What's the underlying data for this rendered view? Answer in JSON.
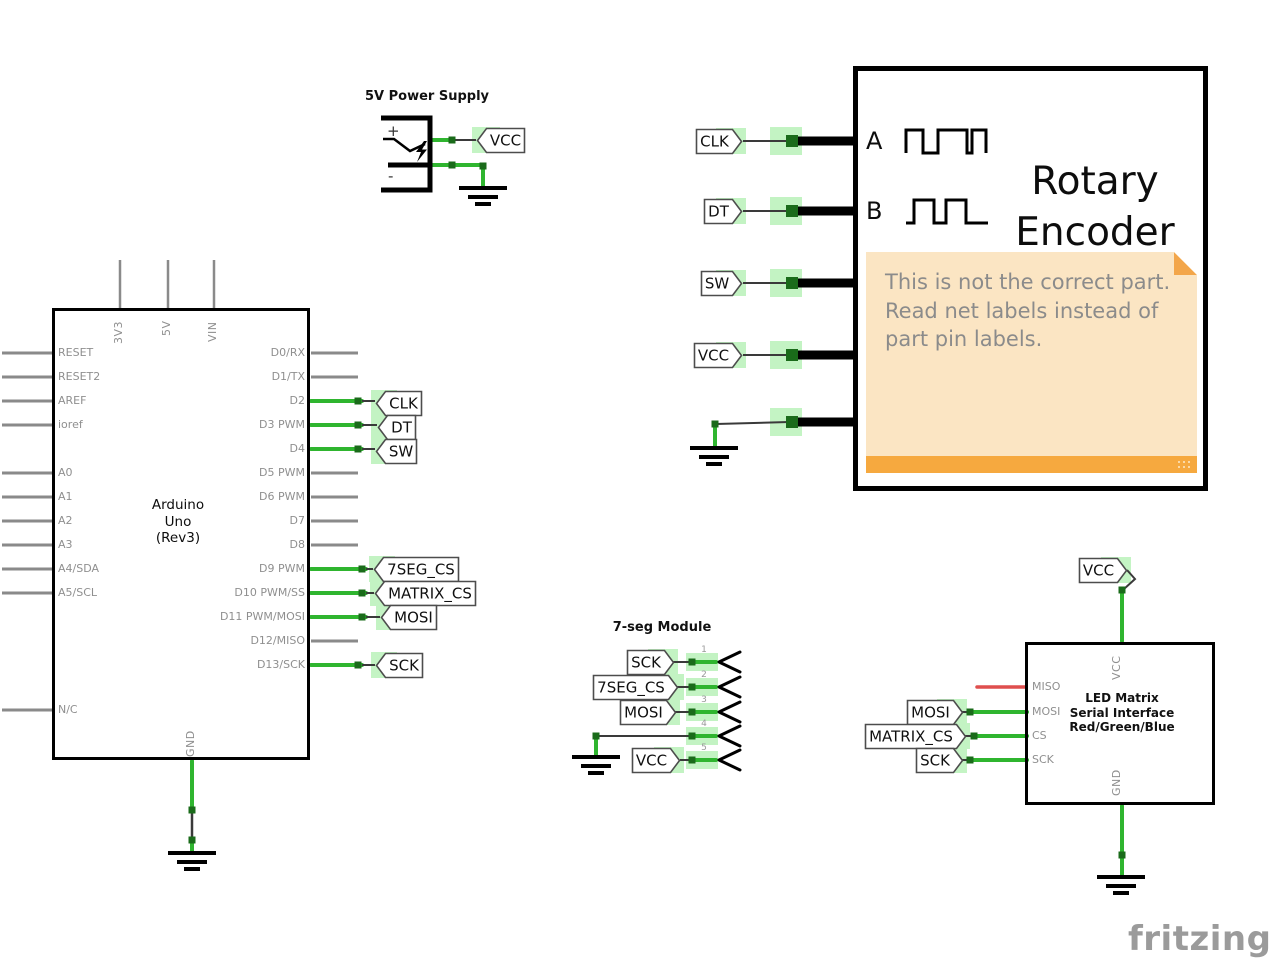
{
  "app": {
    "watermark": "fritzing"
  },
  "colors": {
    "wire_green": "#2fb52f",
    "wire_grey": "#8a8a8a",
    "wire_dark": "#3a3a3a",
    "wire_red": "#df4f4e",
    "wire_black": "#000000",
    "junction_green": "#1a6b1a",
    "highlight_green": "#9cec9c",
    "note_bg": "#fbe5c3",
    "note_bar": "#f6a93f",
    "note_fold": "#f3a64a",
    "note_text": "#8b8b8b",
    "pin_text": "#8f8f8f",
    "logo_grey": "#9b9b9b"
  },
  "arduino": {
    "title_lines": [
      "Arduino",
      "Uno",
      "(Rev3)"
    ],
    "top_pins": [
      "3V3",
      "5V",
      "VIN"
    ],
    "left_pins": [
      "RESET",
      "RESET2",
      "AREF",
      "ioref",
      "A0",
      "A1",
      "A2",
      "A3",
      "A4/SDA",
      "A5/SCL",
      "N/C"
    ],
    "right_pins": [
      "D0/RX",
      "D1/TX",
      "D2",
      "D3 PWM",
      "D4",
      "D5 PWM",
      "D6 PWM",
      "D7",
      "D8",
      "D9 PWM",
      "D10 PWM/SS",
      "D11 PWM/MOSI",
      "D12/MISO",
      "D13/SCK"
    ],
    "bottom_pin": "GND"
  },
  "power_supply": {
    "title": "5V Power Supply",
    "plus": "+",
    "minus": "-"
  },
  "rotary_encoder": {
    "title_lines": [
      "Rotary",
      "Encoder"
    ],
    "channel_a": "A",
    "channel_b": "B",
    "note_lines": [
      "This is not the correct part.",
      "Read net labels instead of",
      "part pin labels."
    ]
  },
  "seg_module": {
    "title": "7-seg Module",
    "pin_numbers": [
      "1",
      "2",
      "3",
      "4",
      "5"
    ]
  },
  "led_matrix": {
    "title_lines": [
      "LED Matrix",
      "Serial Interface",
      "Red/Green/Blue"
    ],
    "left_pins": [
      "MISO",
      "MOSI",
      "CS",
      "SCK"
    ],
    "top_pin": "VCC",
    "bottom_pin": "GND"
  },
  "net_labels": {
    "arduino": [
      "CLK",
      "DT",
      "SW",
      "7SEG_CS",
      "MATRIX_CS",
      "MOSI",
      "SCK"
    ],
    "rotary_encoder": [
      "CLK",
      "DT",
      "SW",
      "VCC"
    ],
    "power_supply": [
      "VCC"
    ],
    "seg_module": [
      "SCK",
      "7SEG_CS",
      "MOSI",
      "VCC"
    ],
    "led_matrix": [
      "MOSI",
      "MATRIX_CS",
      "SCK",
      "VCC"
    ]
  }
}
